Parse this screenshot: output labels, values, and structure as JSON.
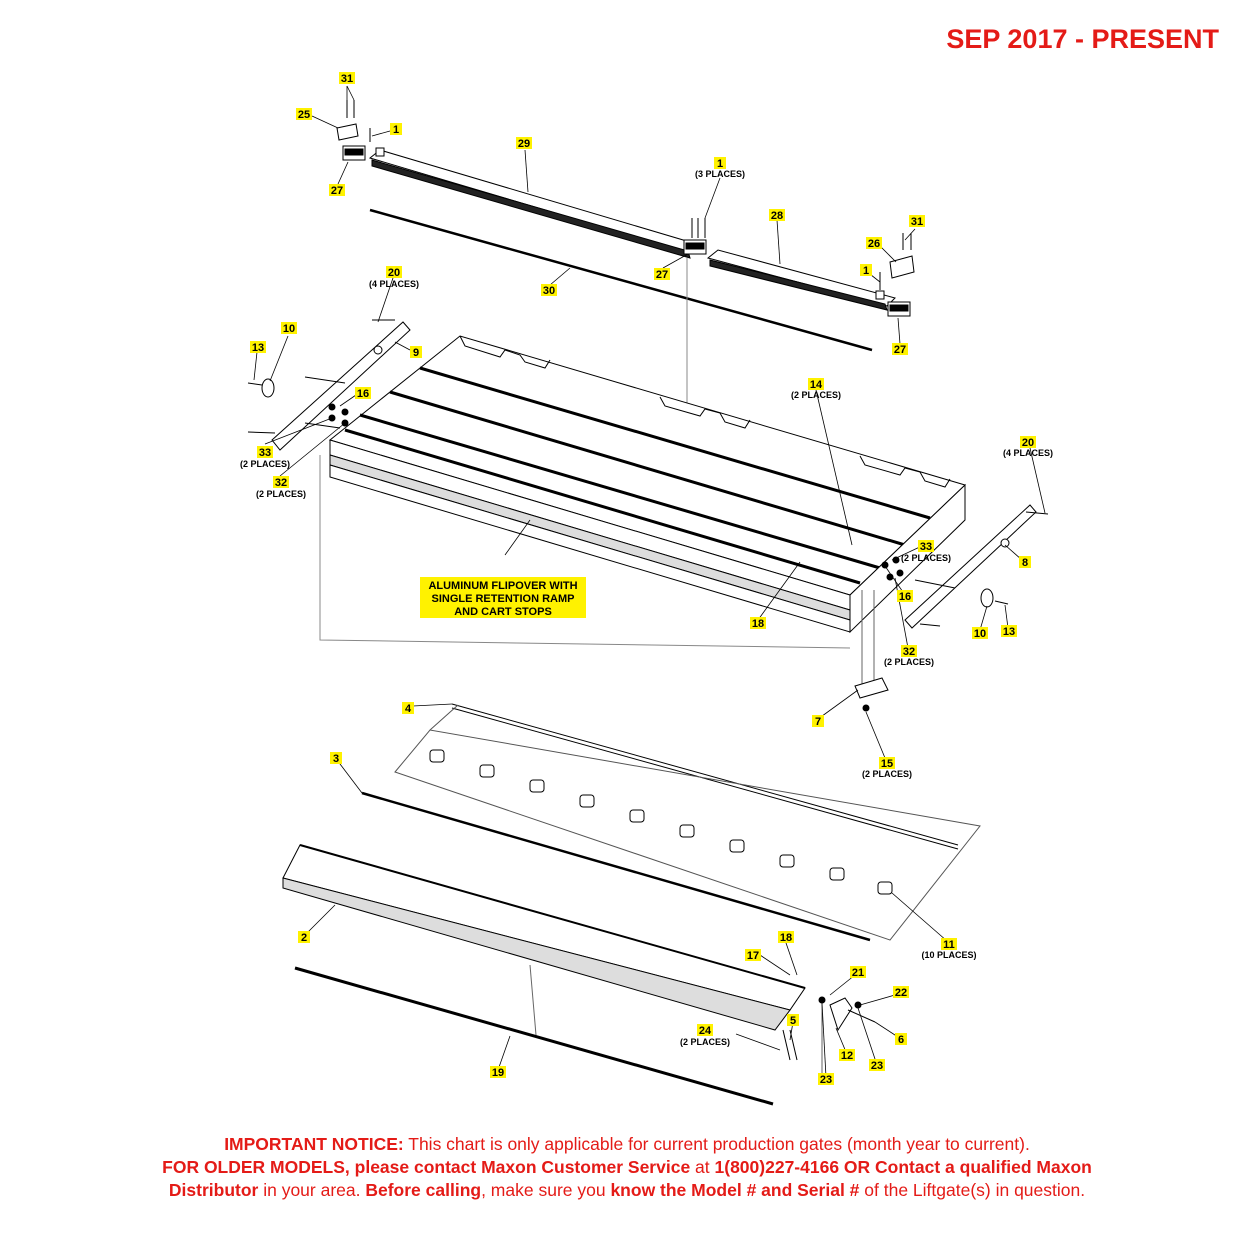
{
  "header": {
    "date_range": "SEP 2017 - PRESENT"
  },
  "callouts": [
    {
      "id": "c31a",
      "num": "31",
      "sub": ""
    },
    {
      "id": "c25",
      "num": "25",
      "sub": ""
    },
    {
      "id": "c1a",
      "num": "1",
      "sub": ""
    },
    {
      "id": "c27a",
      "num": "27",
      "sub": ""
    },
    {
      "id": "c29",
      "num": "29",
      "sub": ""
    },
    {
      "id": "c1b",
      "num": "1",
      "sub": "(3 PLACES)"
    },
    {
      "id": "c28",
      "num": "28",
      "sub": ""
    },
    {
      "id": "c31b",
      "num": "31",
      "sub": ""
    },
    {
      "id": "c26",
      "num": "26",
      "sub": ""
    },
    {
      "id": "c1c",
      "num": "1",
      "sub": ""
    },
    {
      "id": "c27b",
      "num": "27",
      "sub": ""
    },
    {
      "id": "c30",
      "num": "30",
      "sub": ""
    },
    {
      "id": "c27c",
      "num": "27",
      "sub": ""
    },
    {
      "id": "c20a",
      "num": "20",
      "sub": "(4 PLACES)"
    },
    {
      "id": "c10a",
      "num": "10",
      "sub": ""
    },
    {
      "id": "c9",
      "num": "9",
      "sub": ""
    },
    {
      "id": "c13a",
      "num": "13",
      "sub": ""
    },
    {
      "id": "c16a",
      "num": "16",
      "sub": ""
    },
    {
      "id": "c33a",
      "num": "33",
      "sub": "(2 PLACES)"
    },
    {
      "id": "c32a",
      "num": "32",
      "sub": "(2 PLACES)"
    },
    {
      "id": "c14",
      "num": "14",
      "sub": "(2 PLACES)"
    },
    {
      "id": "c20b",
      "num": "20",
      "sub": "(4 PLACES)"
    },
    {
      "id": "c33b",
      "num": "33",
      "sub": "(2 PLACES)"
    },
    {
      "id": "c8",
      "num": "8",
      "sub": ""
    },
    {
      "id": "c16b",
      "num": "16",
      "sub": ""
    },
    {
      "id": "c18a",
      "num": "18",
      "sub": ""
    },
    {
      "id": "c10b",
      "num": "10",
      "sub": ""
    },
    {
      "id": "c13b",
      "num": "13",
      "sub": ""
    },
    {
      "id": "c32b",
      "num": "32",
      "sub": "(2 PLACES)"
    },
    {
      "id": "c7",
      "num": "7",
      "sub": ""
    },
    {
      "id": "c15",
      "num": "15",
      "sub": "(2 PLACES)"
    },
    {
      "id": "c4",
      "num": "4",
      "sub": ""
    },
    {
      "id": "c3",
      "num": "3",
      "sub": ""
    },
    {
      "id": "c11",
      "num": "11",
      "sub": "(10 PLACES)"
    },
    {
      "id": "c2",
      "num": "2",
      "sub": ""
    },
    {
      "id": "c18b",
      "num": "18",
      "sub": ""
    },
    {
      "id": "c17",
      "num": "17",
      "sub": ""
    },
    {
      "id": "c21",
      "num": "21",
      "sub": ""
    },
    {
      "id": "c22",
      "num": "22",
      "sub": ""
    },
    {
      "id": "c5",
      "num": "5",
      "sub": ""
    },
    {
      "id": "c24",
      "num": "24",
      "sub": "(2 PLACES)"
    },
    {
      "id": "c6",
      "num": "6",
      "sub": ""
    },
    {
      "id": "c12",
      "num": "12",
      "sub": ""
    },
    {
      "id": "c23a",
      "num": "23",
      "sub": ""
    },
    {
      "id": "c23b",
      "num": "23",
      "sub": ""
    },
    {
      "id": "c19",
      "num": "19",
      "sub": ""
    }
  ],
  "assembly_label": [
    "ALUMINUM FLIPOVER WITH",
    "SINGLE RETENTION RAMP",
    "AND CART STOPS"
  ],
  "notice": {
    "l1_bold": "IMPORTANT NOTICE:",
    "l1_text": " This chart is only applicable for current production gates (month year to current).",
    "l2_bold": "FOR OLDER MODELS, please contact Maxon Customer Service",
    "l2_text": " at ",
    "l2_bold2": "1(800)227-4166 OR Contact a qualified Maxon",
    "l3_bold": "Distributor",
    "l3_text": " in your area. ",
    "l3_bold2": "Before calling",
    "l3_text2": ", make sure you ",
    "l3_bold3": "know the Model # and Serial #",
    "l3_text3": " of the Liftgate(s) in question."
  }
}
